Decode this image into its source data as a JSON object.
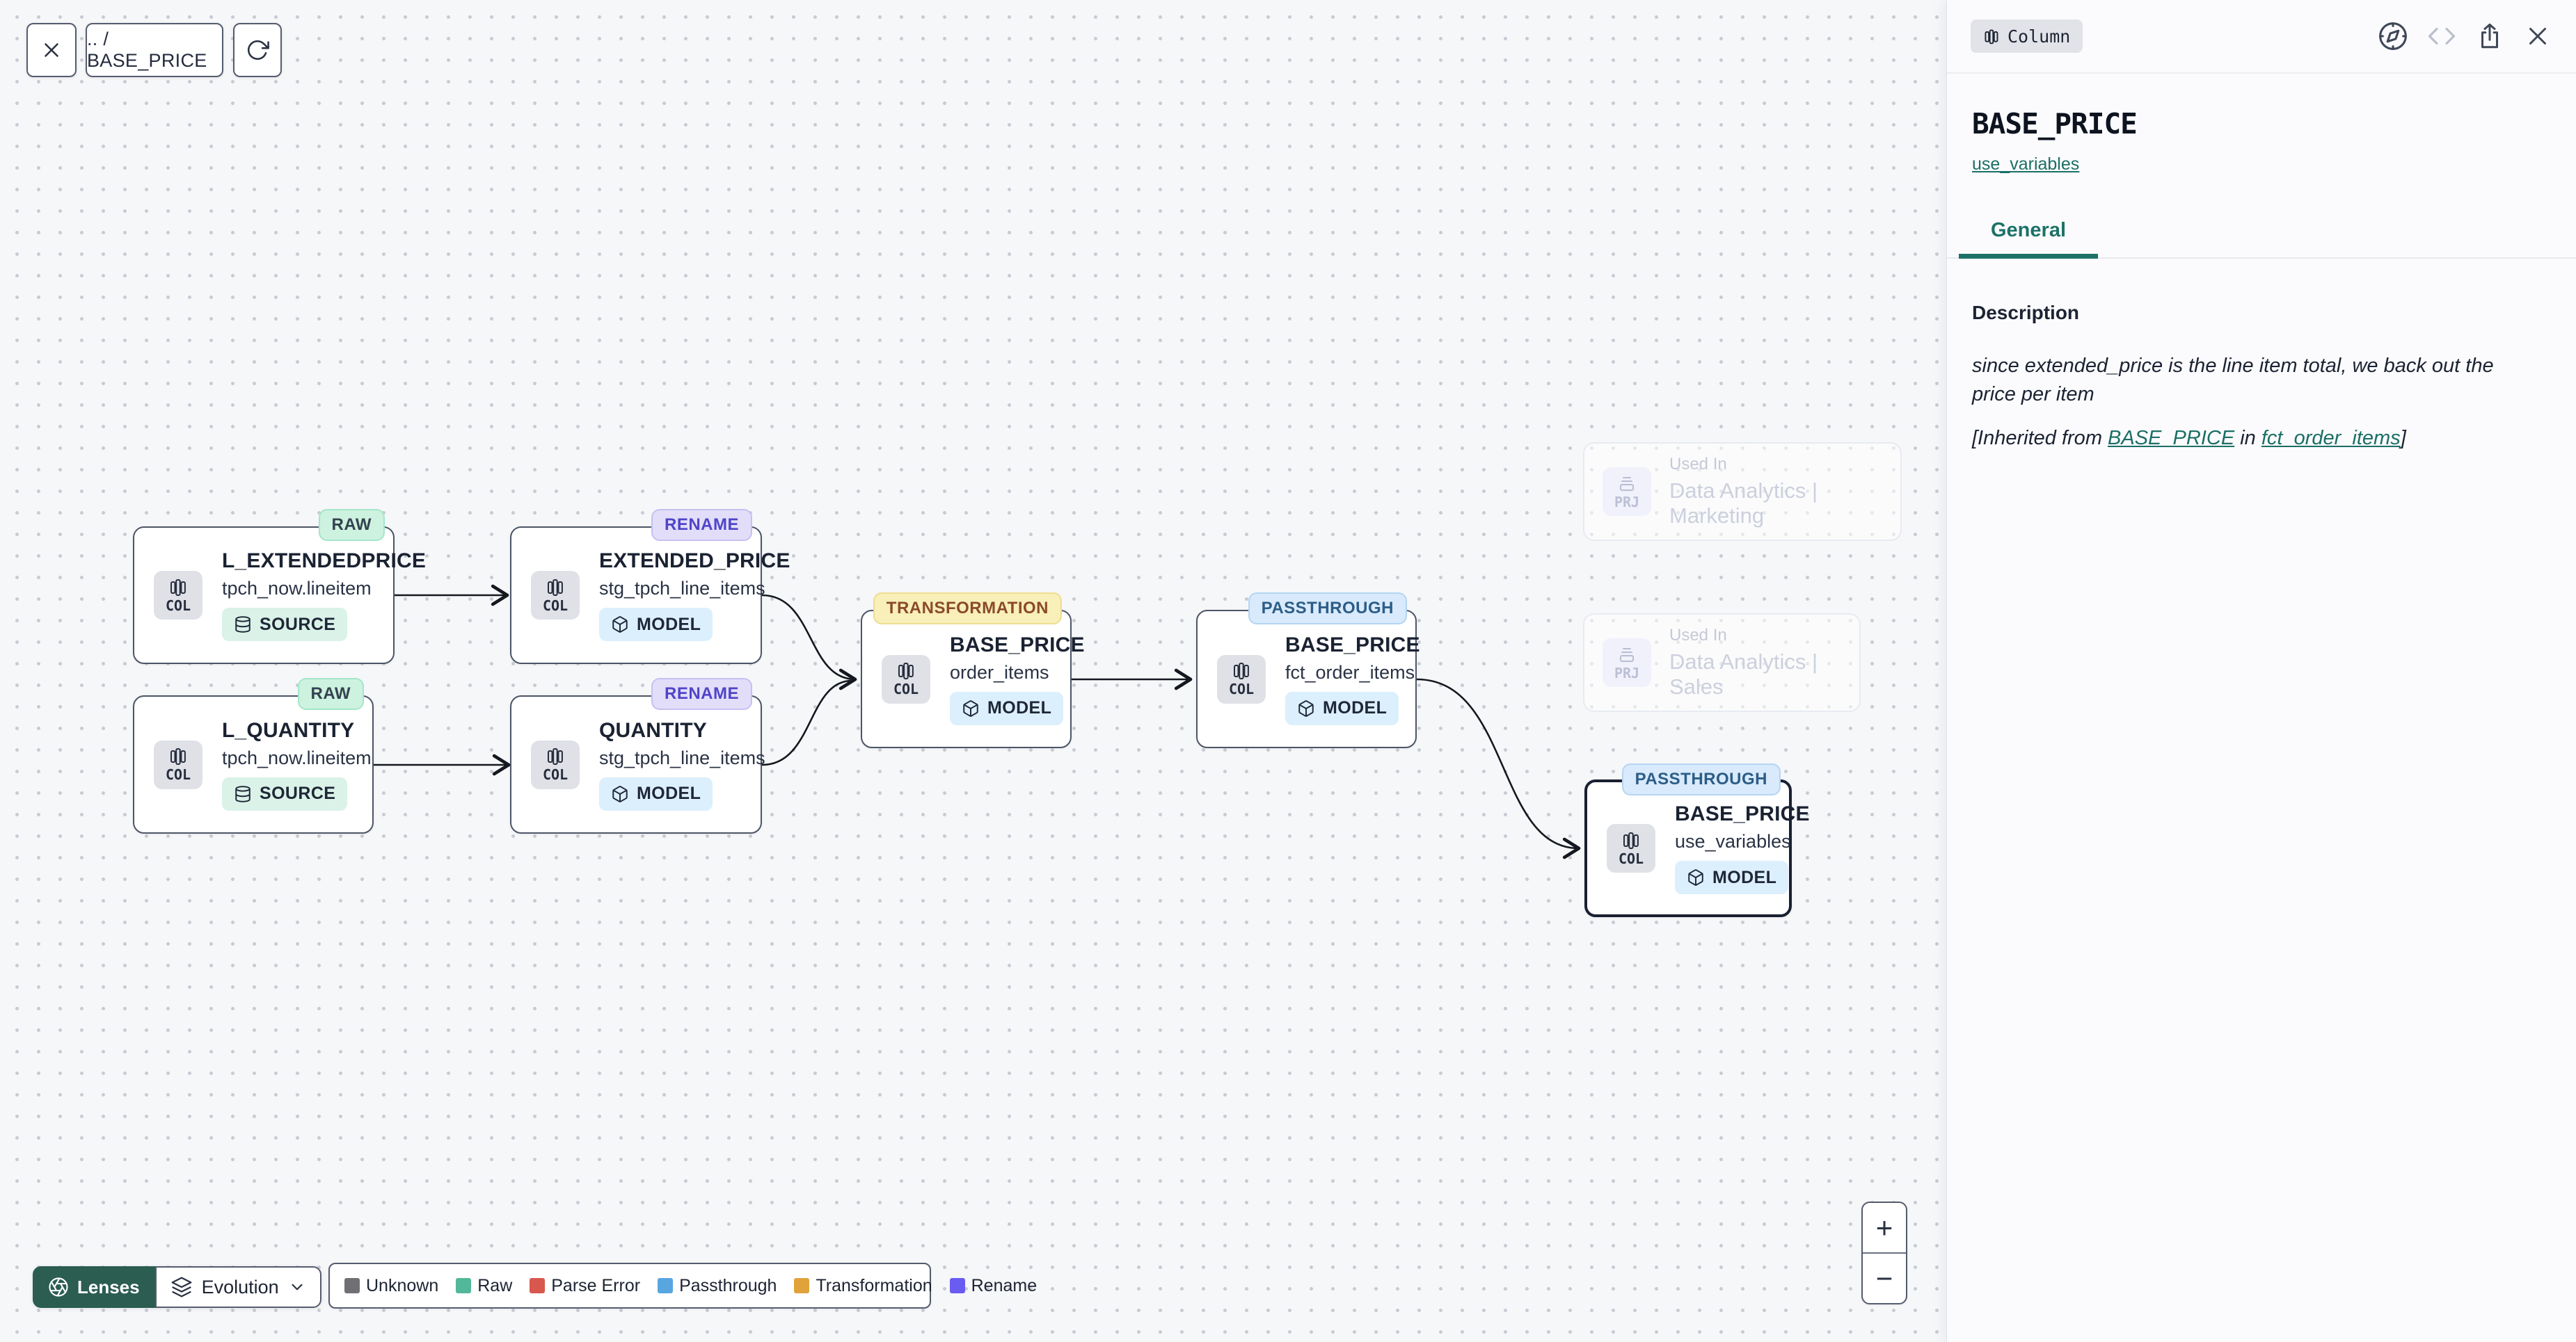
{
  "toolbar": {
    "breadcrumb": ".. / BASE_PRICE"
  },
  "canvas": {
    "nodes": [
      {
        "badge": "RAW",
        "kind": "COL",
        "title": "L_EXTENDEDPRICE",
        "subtitle": "tpch_now.lineitem",
        "type": "SOURCE"
      },
      {
        "badge": "RENAME",
        "kind": "COL",
        "title": "EXTENDED_PRICE",
        "subtitle": "stg_tpch_line_items",
        "type": "MODEL"
      },
      {
        "badge": "RAW",
        "kind": "COL",
        "title": "L_QUANTITY",
        "subtitle": "tpch_now.lineitem",
        "type": "SOURCE"
      },
      {
        "badge": "RENAME",
        "kind": "COL",
        "title": "QUANTITY",
        "subtitle": "stg_tpch_line_items",
        "type": "MODEL"
      },
      {
        "badge": "TRANSFORMATION",
        "kind": "COL",
        "title": "BASE_PRICE",
        "subtitle": "order_items",
        "type": "MODEL"
      },
      {
        "badge": "PASSTHROUGH",
        "kind": "COL",
        "title": "BASE_PRICE",
        "subtitle": "fct_order_items",
        "type": "MODEL"
      },
      {
        "badge": "PASSTHROUGH",
        "kind": "COL",
        "title": "BASE_PRICE",
        "subtitle": "use_variables",
        "type": "MODEL"
      }
    ],
    "ghosts": [
      {
        "kind": "PRJ",
        "label": "Used In",
        "name": "Data Analytics | Marketing"
      },
      {
        "kind": "PRJ",
        "label": "Used In",
        "name": "Data Analytics | Sales"
      }
    ]
  },
  "lenses": {
    "button_label": "Lenses",
    "selected_lens": "Evolution"
  },
  "legend": {
    "items": [
      {
        "label": "Unknown",
        "color": "#707074"
      },
      {
        "label": "Raw",
        "color": "#53b79a"
      },
      {
        "label": "Parse Error",
        "color": "#d9584e"
      },
      {
        "label": "Passthrough",
        "color": "#58a6e0"
      },
      {
        "label": "Transformation",
        "color": "#e0a33c"
      },
      {
        "label": "Rename",
        "color": "#6a5cf0"
      }
    ]
  },
  "zoom_controls": {
    "zoom_in": "+",
    "zoom_out": "−"
  },
  "panel": {
    "type_badge": "Column",
    "title": "BASE_PRICE",
    "model_link": "use_variables",
    "accent_color": "#1d7268",
    "tabs": [
      {
        "label": "General"
      }
    ],
    "section": {
      "heading": "Description",
      "body": "since extended_price is the line item total, we back out the price per item",
      "inherited_prefix": "[Inherited from ",
      "inherited_column_link": "BASE_PRICE",
      "inherited_middle": " in ",
      "inherited_model_link": "fct_order_items",
      "inherited_suffix": "]"
    }
  }
}
